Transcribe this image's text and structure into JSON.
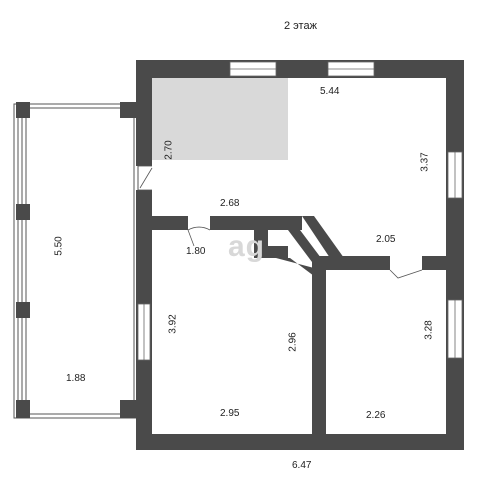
{
  "floor_title": "2 этаж",
  "watermark": "ag",
  "colors": {
    "wall": "#4a4a4a",
    "room_fill": "#d9d9d9",
    "window": "#ffffff",
    "text": "#222222"
  },
  "dimensions": {
    "top_width": "5.44",
    "upper_left_height": "2.70",
    "upper_right_height": "3.37",
    "corridor_width": "2.68",
    "left_room_offset": "1.80",
    "right_room_width_top": "2.05",
    "balcony_height": "5.50",
    "balcony_width": "1.88",
    "left_room_height": "3.92",
    "middle_height": "2.96",
    "right_room_height": "3.28",
    "left_room_width": "2.95",
    "right_room_width": "2.26",
    "overall_width": "6.47"
  }
}
